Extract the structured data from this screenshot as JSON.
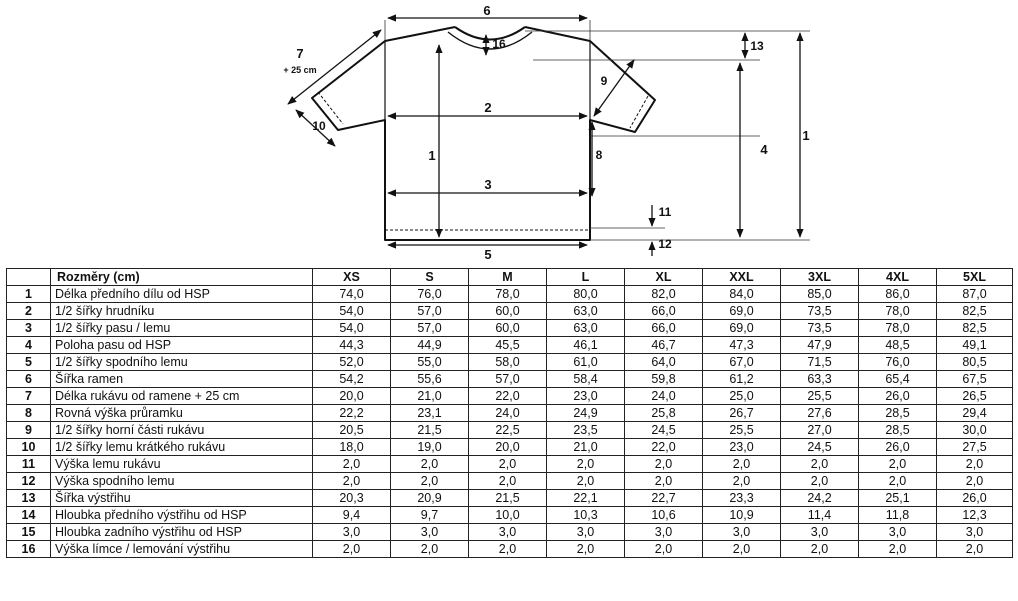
{
  "diagram": {
    "labels": [
      "6",
      "16",
      "13",
      "7",
      "+ 25 cm",
      "9",
      "10",
      "2",
      "1",
      "8",
      "4",
      "1",
      "3",
      "11",
      "12",
      "5"
    ]
  },
  "table": {
    "header_label": "Rozměry (cm)",
    "sizes": [
      "XS",
      "S",
      "M",
      "L",
      "XL",
      "XXL",
      "3XL",
      "4XL",
      "5XL"
    ],
    "rows": [
      {
        "num": "1",
        "desc": "Délka předního dílu od HSP",
        "values": [
          "74,0",
          "76,0",
          "78,0",
          "80,0",
          "82,0",
          "84,0",
          "85,0",
          "86,0",
          "87,0"
        ]
      },
      {
        "num": "2",
        "desc": "1/2 šířky hrudníku",
        "values": [
          "54,0",
          "57,0",
          "60,0",
          "63,0",
          "66,0",
          "69,0",
          "73,5",
          "78,0",
          "82,5"
        ]
      },
      {
        "num": "3",
        "desc": "1/2 šířky pasu / lemu",
        "values": [
          "54,0",
          "57,0",
          "60,0",
          "63,0",
          "66,0",
          "69,0",
          "73,5",
          "78,0",
          "82,5"
        ]
      },
      {
        "num": "4",
        "desc": "Poloha pasu od HSP",
        "values": [
          "44,3",
          "44,9",
          "45,5",
          "46,1",
          "46,7",
          "47,3",
          "47,9",
          "48,5",
          "49,1"
        ]
      },
      {
        "num": "5",
        "desc": "1/2 šířky spodního lemu",
        "values": [
          "52,0",
          "55,0",
          "58,0",
          "61,0",
          "64,0",
          "67,0",
          "71,5",
          "76,0",
          "80,5"
        ]
      },
      {
        "num": "6",
        "desc": "Šířka ramen",
        "values": [
          "54,2",
          "55,6",
          "57,0",
          "58,4",
          "59,8",
          "61,2",
          "63,3",
          "65,4",
          "67,5"
        ]
      },
      {
        "num": "7",
        "desc": "Délka rukávu od ramene + 25 cm",
        "values": [
          "20,0",
          "21,0",
          "22,0",
          "23,0",
          "24,0",
          "25,0",
          "25,5",
          "26,0",
          "26,5"
        ]
      },
      {
        "num": "8",
        "desc": "Rovná výška průramku",
        "values": [
          "22,2",
          "23,1",
          "24,0",
          "24,9",
          "25,8",
          "26,7",
          "27,6",
          "28,5",
          "29,4"
        ]
      },
      {
        "num": "9",
        "desc": "1/2 šířky horní části rukávu",
        "values": [
          "20,5",
          "21,5",
          "22,5",
          "23,5",
          "24,5",
          "25,5",
          "27,0",
          "28,5",
          "30,0"
        ]
      },
      {
        "num": "10",
        "desc": "1/2 šířky lemu krátkého rukávu",
        "values": [
          "18,0",
          "19,0",
          "20,0",
          "21,0",
          "22,0",
          "23,0",
          "24,5",
          "26,0",
          "27,5"
        ]
      },
      {
        "num": "11",
        "desc": "Výška lemu rukávu",
        "values": [
          "2,0",
          "2,0",
          "2,0",
          "2,0",
          "2,0",
          "2,0",
          "2,0",
          "2,0",
          "2,0"
        ]
      },
      {
        "num": "12",
        "desc": "Výška spodního lemu",
        "values": [
          "2,0",
          "2,0",
          "2,0",
          "2,0",
          "2,0",
          "2,0",
          "2,0",
          "2,0",
          "2,0"
        ]
      },
      {
        "num": "13",
        "desc": "Šířka výstřihu",
        "values": [
          "20,3",
          "20,9",
          "21,5",
          "22,1",
          "22,7",
          "23,3",
          "24,2",
          "25,1",
          "26,0"
        ]
      },
      {
        "num": "14",
        "desc": "Hloubka předního výstřihu od HSP",
        "values": [
          "9,4",
          "9,7",
          "10,0",
          "10,3",
          "10,6",
          "10,9",
          "11,4",
          "11,8",
          "12,3"
        ]
      },
      {
        "num": "15",
        "desc": "Hloubka zadního výstřihu od HSP",
        "values": [
          "3,0",
          "3,0",
          "3,0",
          "3,0",
          "3,0",
          "3,0",
          "3,0",
          "3,0",
          "3,0"
        ]
      },
      {
        "num": "16",
        "desc": "Výška límce / lemování výstřihu",
        "values": [
          "2,0",
          "2,0",
          "2,0",
          "2,0",
          "2,0",
          "2,0",
          "2,0",
          "2,0",
          "2,0"
        ]
      }
    ]
  }
}
